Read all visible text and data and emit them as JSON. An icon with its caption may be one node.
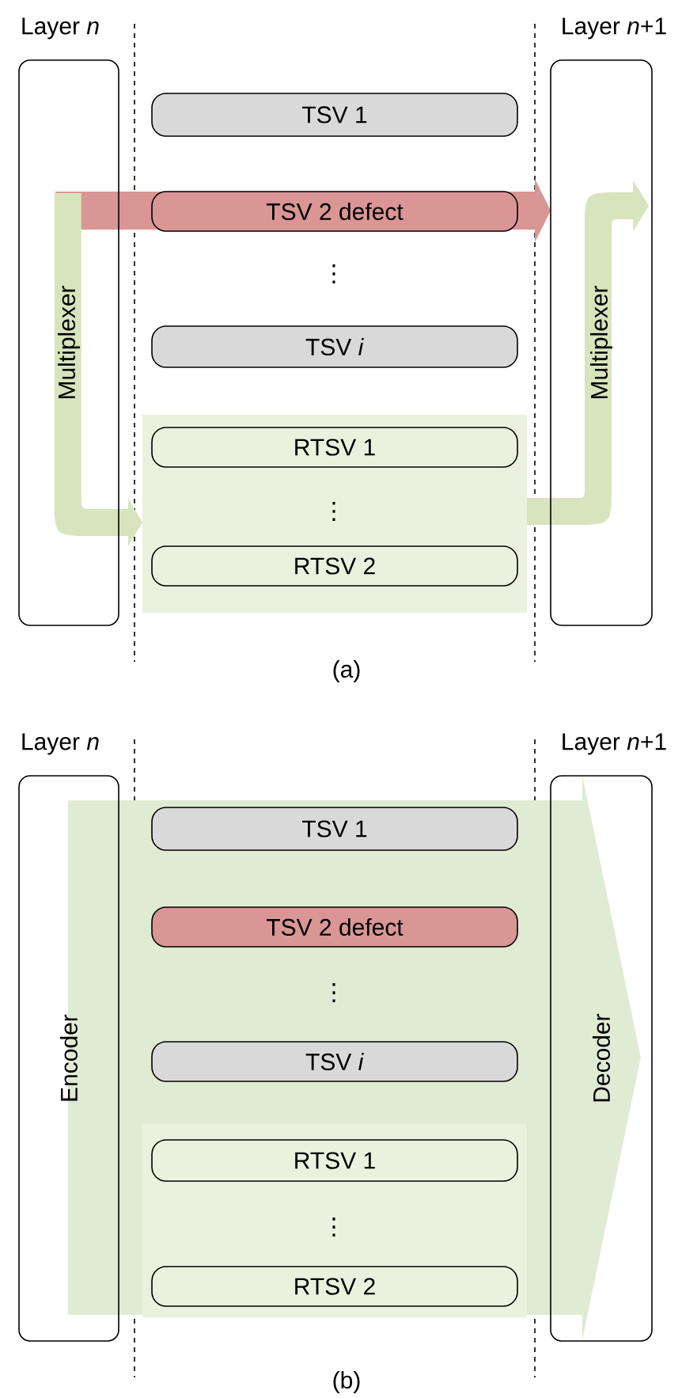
{
  "diagram": {
    "nodes": [
      {
        "text": [
          "Multiplexer"
        ]
      },
      {
        "text": [
          "TSV 1"
        ]
      },
      {
        "text": [
          "TSV 2 defect"
        ]
      },
      {
        "text": [
          "TSV *i*"
        ]
      },
      {
        "text": [],
        "shape": "box"
      },
      {
        "text": [
          "RTSV 1"
        ],
        "in": 4
      },
      {
        "text": [
          "RTSV 2"
        ],
        "in": 4
      },
      {
        "text": [
          "Multiplexer"
        ]
      },
      {
        "text": [
          "Encoder"
        ]
      },
      {
        "text": [
          "TSV 1"
        ]
      },
      {
        "text": [
          "TSV 2 defect"
        ]
      },
      {
        "text": [
          "TSV *i*"
        ]
      },
      {
        "text": [
          "RTSV 1"
        ]
      },
      {
        "text": [
          "RTSV 2"
        ]
      },
      {
        "text": [
          "Decoder"
        ]
      }
    ],
    "edges": [
      {
        "from": 0,
        "to": 7,
        "arrow": "to",
        "style": "thick",
        "color": "#d99694"
      },
      {
        "from": 0,
        "to": 4,
        "arrow": "to",
        "style": "thick",
        "color": "#d7e4bd"
      },
      {
        "from": 4,
        "to": 7,
        "arrow": "to",
        "style": "thick",
        "color": "#d7e4bd"
      },
      {
        "from": 8,
        "to": 14,
        "arrow": "to",
        "style": "thick",
        "color": "#e0ebd3"
      }
    ],
    "labels": [
      "Layer *n*",
      "Layer *n*+1",
      "⋮",
      "⋮",
      "(a)",
      "Layer *n*",
      "Layer *n*+1",
      "⋮",
      "⋮",
      "(b)"
    ]
  }
}
